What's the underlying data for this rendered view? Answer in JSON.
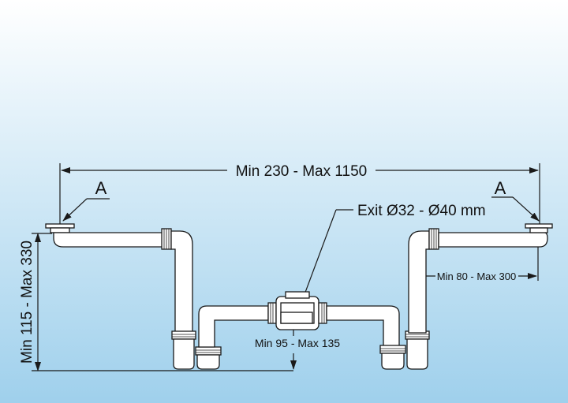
{
  "diagram": {
    "background": {
      "top_color": "#ffffff",
      "bottom_color": "#9fd0ec"
    },
    "labels": {
      "overall_width": "Min 230 - Max 1150",
      "marker_left": "A",
      "marker_right": "A",
      "exit": "Exit Ø32 - Ø40 mm",
      "height": "Min 115 - Max 330",
      "outlet_offset": "Min 80 - Max 300",
      "center_height": "Min 95 - Max 135"
    }
  }
}
